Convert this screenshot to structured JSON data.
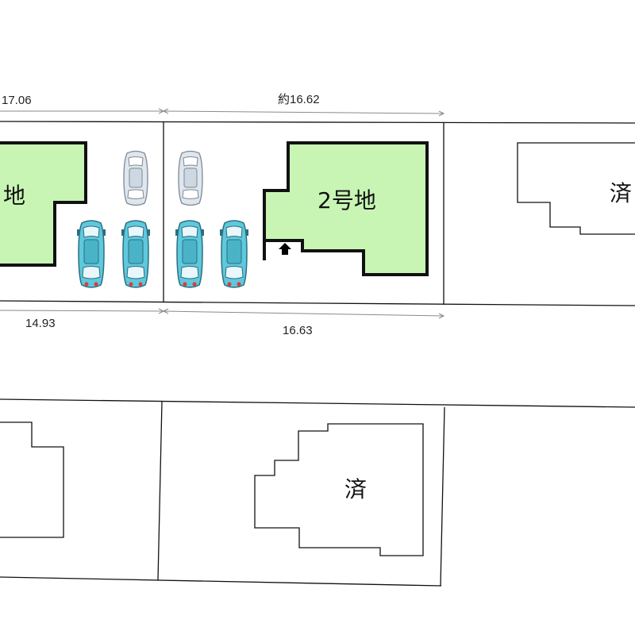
{
  "dimensions": {
    "top_left": "17.06",
    "top_right": "約16.62",
    "bottom_left": "14.93",
    "bottom_right": "16.63"
  },
  "lots": {
    "lot1_label": "地",
    "lot2_label": "2号地",
    "sold_right": "済",
    "sold_bottom": "済"
  },
  "colors": {
    "lot_fill": "#c8f5b4",
    "car_teal": "#5fc8dc",
    "car_grey": "#dfe6ec",
    "line": "#111111"
  },
  "icons": {
    "entrance": "up-arrow-icon",
    "car_teal": "car-icon",
    "car_grey": "car-icon"
  }
}
